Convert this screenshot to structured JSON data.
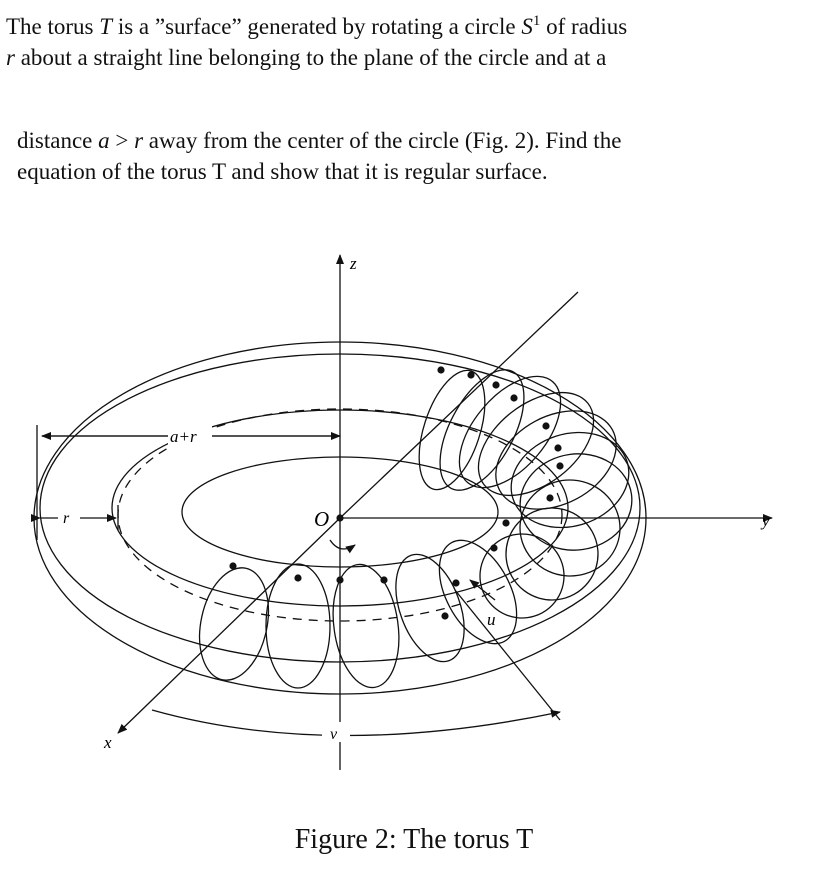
{
  "problem": {
    "line1": {
      "a": "The torus ",
      "T": "T",
      "b": " is a ”surface” generated by rotating a circle ",
      "S": "S",
      "sup": "1",
      "c": " of radius"
    },
    "line2": {
      "r": "r",
      "a": " about a straight line belonging to the plane of the circle and at a"
    },
    "line3": {
      "a": "distance ",
      "av": "a",
      "gt": " > ",
      "r": "r",
      "b": " away from the center of the circle (Fig. 2). Find the"
    },
    "line4": "equation of the torus T and show that it is regular surface."
  },
  "figure": {
    "labels": {
      "z": "z",
      "y": "y",
      "x": "x",
      "O": "O",
      "a_plus_r": "a+r",
      "r": "r",
      "u": "u",
      "v": "v"
    },
    "caption": "Figure 2: The torus T"
  }
}
